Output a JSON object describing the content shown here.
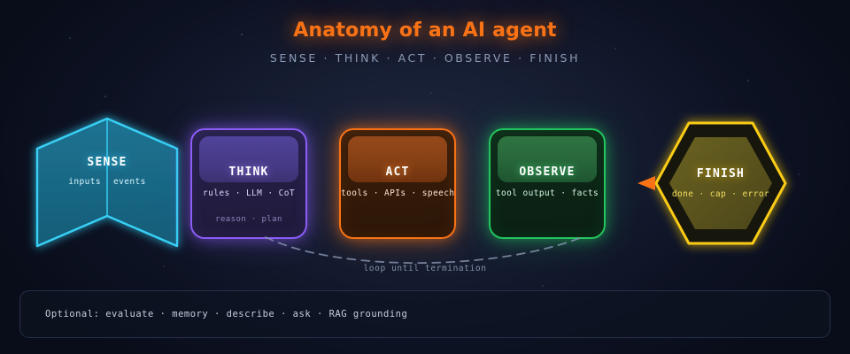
{
  "header": {
    "title": "Anatomy of an AI agent",
    "subtitle": "SENSE · THINK · ACT · OBSERVE · FINISH",
    "title_color": "#f97316",
    "subtitle_color": "#8b9ab5"
  },
  "nodes": {
    "sense": {
      "label": "SENSE",
      "shape": "chevron",
      "accent": "#38d0f5",
      "tags_primary": "inputs   events",
      "tag_left": "inputs",
      "tag_right": "events"
    },
    "think": {
      "label": "THINK",
      "shape": "rounded-rect",
      "accent": "#8b5cf6",
      "tags_primary": "rules · LLM · CoT",
      "tags_secondary": "reason · plan"
    },
    "act": {
      "label": "ACT",
      "shape": "rounded-rect",
      "accent": "#f97316",
      "tags_primary": "tools · APIs · speech",
      "tags_secondary": ""
    },
    "observe": {
      "label": "OBSERVE",
      "shape": "rounded-rect",
      "accent": "#22c55e",
      "tags_primary": "tool output · facts",
      "tags_secondary": ""
    },
    "finish": {
      "label": "FINISH",
      "shape": "hexagon",
      "accent": "#facc15",
      "tags_primary": "done · cap · error"
    }
  },
  "loop": {
    "label": "loop until termination",
    "style": "dashed",
    "color": "#8491ab"
  },
  "footer": {
    "text": "Optional: evaluate · memory · describe · ask · RAG grounding"
  }
}
